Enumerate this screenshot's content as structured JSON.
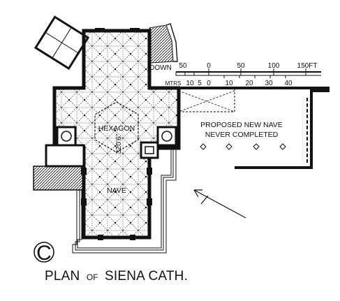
{
  "diagram": {
    "plate_letter": "C",
    "title": {
      "main": "PLAN",
      "of": "OF",
      "name": "SIENA CATH."
    },
    "labels": {
      "hexagon": "HEXAGON",
      "dimension": "320'6\"",
      "nave": "NAVE",
      "down": "DOWN",
      "proposed_line1": "PROPOSED NEW NAVE",
      "proposed_line2": "NEVER COMPLETED"
    },
    "scale": {
      "feet_ticks": [
        "50",
        "0",
        "50",
        "100",
        "150FT"
      ],
      "metres_unit": "MTRS",
      "metre_ticks": [
        "10",
        "5",
        "0",
        "10",
        "20",
        "30",
        "40"
      ]
    },
    "colors": {
      "ink": "#111111",
      "paper": "#ffffff"
    }
  }
}
